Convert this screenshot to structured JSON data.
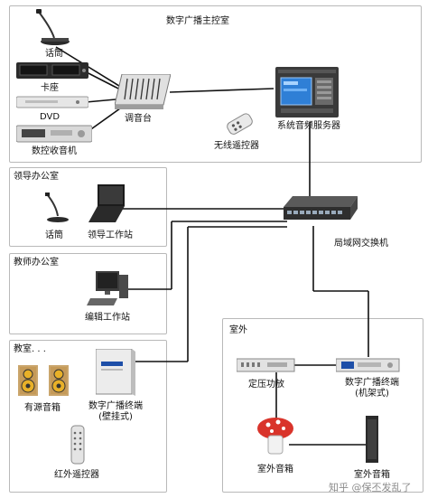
{
  "rooms": {
    "control_room": "数字广播主控室",
    "leader_office": "领导办公室",
    "teacher_office": "教师办公室",
    "classroom": "教室. . .",
    "outdoor": "室外"
  },
  "devices": {
    "microphone": "话筒",
    "cassette": "卡座",
    "dvd": "DVD",
    "tuner": "数控收音机",
    "mixer": "调音台",
    "wireless_remote": "无线遥控器",
    "audio_server": "系统音频服务器",
    "switch": "局域网交换机",
    "office_mic": "话筒",
    "leader_workstation": "领导工作站",
    "edit_workstation": "编辑工作站",
    "active_speaker": "有源音箱",
    "wall_terminal": "数字广播终端\n(壁挂式)",
    "ir_remote": "红外遥控器",
    "amplifier": "定压功放",
    "rack_terminal": "数字广播终端\n(机架式)",
    "outdoor_speaker": "室外音箱",
    "outdoor_column": "室外音箱"
  },
  "watermark": "知乎 @保丕发乱了",
  "colors": {
    "wire": "#111111",
    "panel_border": "#b9b9b9",
    "server_screen": "#2f7fd6",
    "terminal_screen": "#1e4fa8",
    "speaker_cone": "#e8b028",
    "mushroom_cap": "#d9342b"
  }
}
